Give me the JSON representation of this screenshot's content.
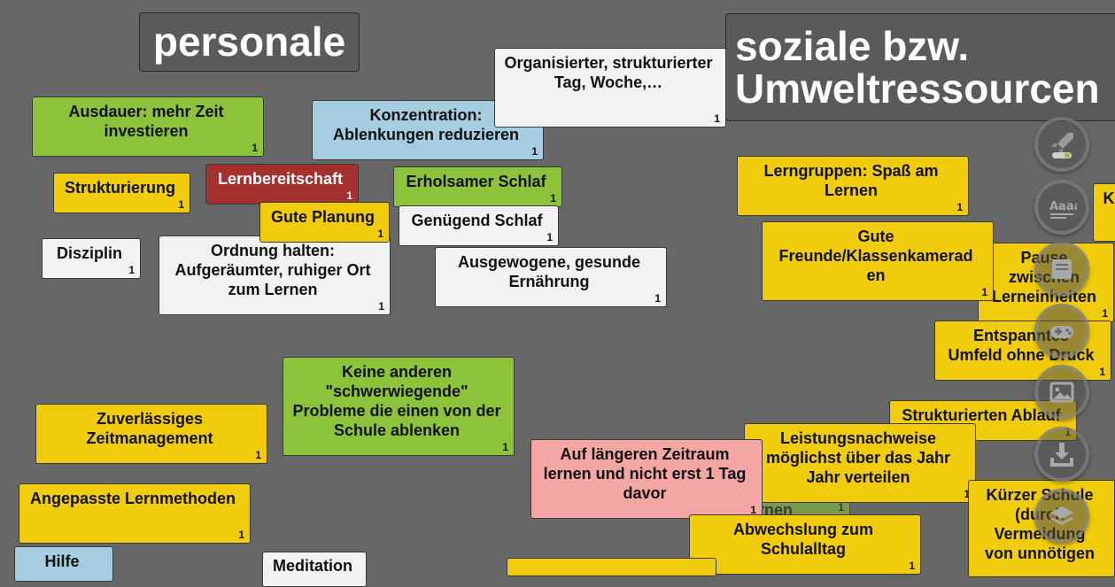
{
  "titles": {
    "personal": "personale",
    "social": "soziale bzw. Umweltressourcen"
  },
  "cards": {
    "organisierter": {
      "text": "Organisierter, strukturierter Tag, Woche,…",
      "count": "1"
    },
    "ausdauer": {
      "text": "Ausdauer: mehr Zeit investieren",
      "count": "1"
    },
    "konzentration": {
      "text": "Konzentration: Ablenkungen reduzieren",
      "count": "1"
    },
    "strukturierung": {
      "text": "Strukturierung",
      "count": "1"
    },
    "lernbereitschaft": {
      "text": "Lernbereitschaft",
      "count": "1"
    },
    "erholsamer_schlaf": {
      "text": "Erholsamer Schlaf",
      "count": "1"
    },
    "gute_planung": {
      "text": "Gute Planung",
      "count": "1"
    },
    "genuegend_schlaf": {
      "text": "Genügend Schlaf",
      "count": "1"
    },
    "disziplin": {
      "text": "Disziplin",
      "count": "1"
    },
    "ordnung": {
      "text": "Ordnung halten: Aufgeräumter, ruhiger Ort zum Lernen",
      "count": "1"
    },
    "ernaehrung": {
      "text": "Ausgewogene, gesunde Ernährung",
      "count": "1"
    },
    "keine_probleme": {
      "text": "Keine anderen \"schwerwiegende\" Probleme die einen von der Schule ablenken",
      "count": "1"
    },
    "zeitmanagement": {
      "text": "Zuverlässiges Zeitmanagement",
      "count": "1"
    },
    "lernmethoden": {
      "text": "Angepasste Lernmethoden",
      "count": "1"
    },
    "hilfe": {
      "text": "Hilfe",
      "count": ""
    },
    "meditation": {
      "text": "Meditation",
      "count": ""
    },
    "laengerer_zeitraum": {
      "text": "Auf längeren Zeitraum lernen und nicht erst 1 Tag davor",
      "count": "1"
    },
    "zeit_lernen": {
      "text": "…ug Zeit zum lernen",
      "count": "1"
    },
    "lerngruppen": {
      "text": "Lerngruppen: Spaß am Lernen",
      "count": "1"
    },
    "gute_freunde": {
      "text": "Gute Freunde/Klassenkamerad en",
      "count": "1"
    },
    "pause": {
      "text": "Pause zwischen Lerneinheiten",
      "count": "1"
    },
    "entspanntes": {
      "text": "Entspanntes Umfeld ohne Druck",
      "count": "1"
    },
    "strukturierter_ablauf": {
      "text": "Strukturierten Ablauf",
      "count": "1"
    },
    "leistungsnachweise": {
      "text": "Leistungsnachweise möglichst über das Jahr Jahr verteilen",
      "count": "1"
    },
    "abwechslung": {
      "text": "Abwechslung zum Schulalltag",
      "count": "1"
    },
    "kuerzer_schule": {
      "text": "Kürzer Schule (durch Vermeidung von unnötigen",
      "count": ""
    },
    "partial_k": {
      "text": "K",
      "count": ""
    }
  },
  "toolbar": {
    "icons": [
      "rocket-icon",
      "text-size-icon",
      "note-icon",
      "gamepad-icon",
      "image-icon",
      "download-icon",
      "layers-icon"
    ],
    "toggle_color": "#8dc33b"
  }
}
